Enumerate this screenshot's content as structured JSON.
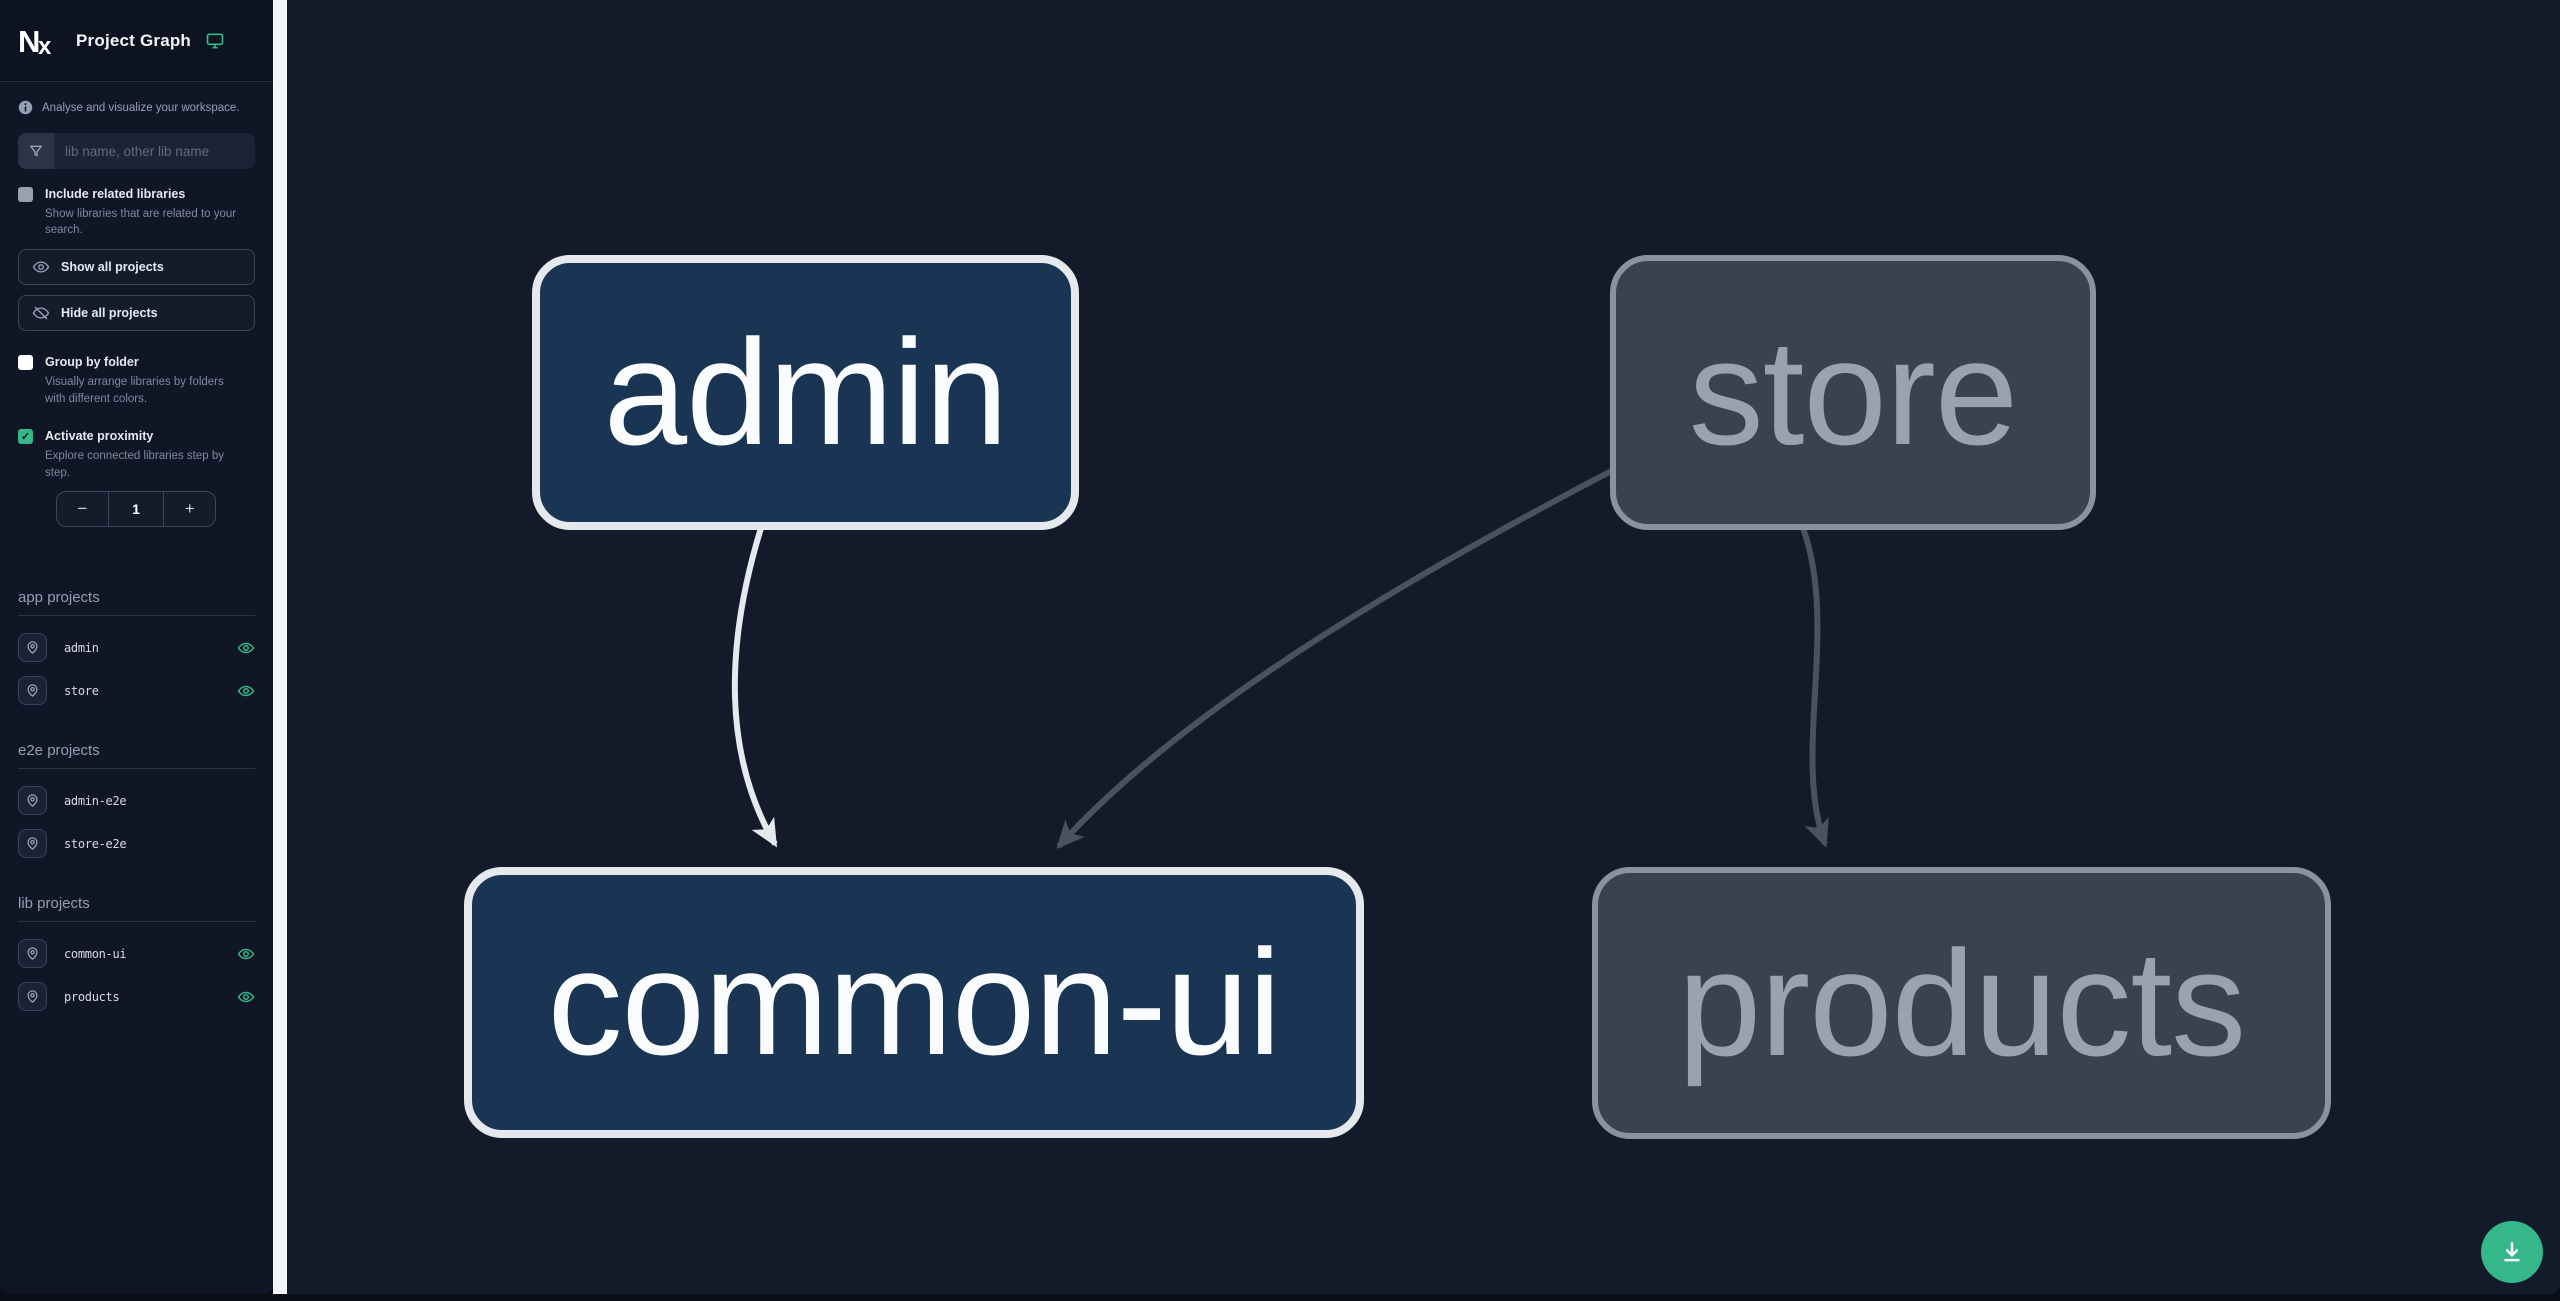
{
  "sidebar": {
    "logo_text": "Nx",
    "title": "Project Graph",
    "subtitle": "Analyse and visualize your workspace.",
    "search": {
      "placeholder": "lib name, other lib name"
    },
    "checkboxes": {
      "include_related": {
        "label": "Include related libraries",
        "description": "Show libraries that are related to your search.",
        "checked": false
      },
      "group_by_folder": {
        "label": "Group by folder",
        "description": "Visually arrange libraries by folders with different colors.",
        "checked": false
      },
      "activate_proximity": {
        "label": "Activate proximity",
        "description": "Explore connected libraries step by step.",
        "checked": true
      }
    },
    "check_glyph": "✓",
    "buttons": {
      "show_all": "Show all projects",
      "hide_all": "Hide all projects"
    },
    "stepper": {
      "decrease": "−",
      "value": "1",
      "increase": "+"
    },
    "sections": [
      {
        "title": "app projects",
        "items": [
          {
            "name": "admin",
            "visible": true
          },
          {
            "name": "store",
            "visible": true
          }
        ]
      },
      {
        "title": "e2e projects",
        "items": [
          {
            "name": "admin-e2e",
            "visible": false
          },
          {
            "name": "store-e2e",
            "visible": false
          }
        ]
      },
      {
        "title": "lib projects",
        "items": [
          {
            "name": "common-ui",
            "visible": true
          },
          {
            "name": "products",
            "visible": true
          }
        ]
      }
    ]
  },
  "graph": {
    "nodes": [
      {
        "label": "admin",
        "type": "app",
        "state": "focused"
      },
      {
        "label": "store",
        "type": "app",
        "state": "faded"
      },
      {
        "label": "common-ui",
        "type": "lib",
        "state": "focused"
      },
      {
        "label": "products",
        "type": "lib",
        "state": "faded"
      }
    ],
    "edges": [
      {
        "from": "admin",
        "to": "common-ui",
        "state": "focused"
      },
      {
        "from": "store",
        "to": "common-ui",
        "state": "faded"
      },
      {
        "from": "store",
        "to": "products",
        "state": "faded"
      }
    ]
  },
  "fab": {
    "action": "download-graph-image"
  },
  "colors": {
    "accent": "#35b78a",
    "sidebar_bg": "#101625",
    "header_bg": "#0d1320",
    "canvas_bg": "#131a29",
    "node_focused_fill": "#1a3554",
    "node_focused_border": "#e5e8ec",
    "node_focused_text": "#fafbfd",
    "node_faded_fill": "#3a4150",
    "node_faded_border": "#8a919f",
    "node_faded_text": "#9aa2ae",
    "edge_focused": "#e5e8ec",
    "edge_faded": "#4a5262"
  }
}
